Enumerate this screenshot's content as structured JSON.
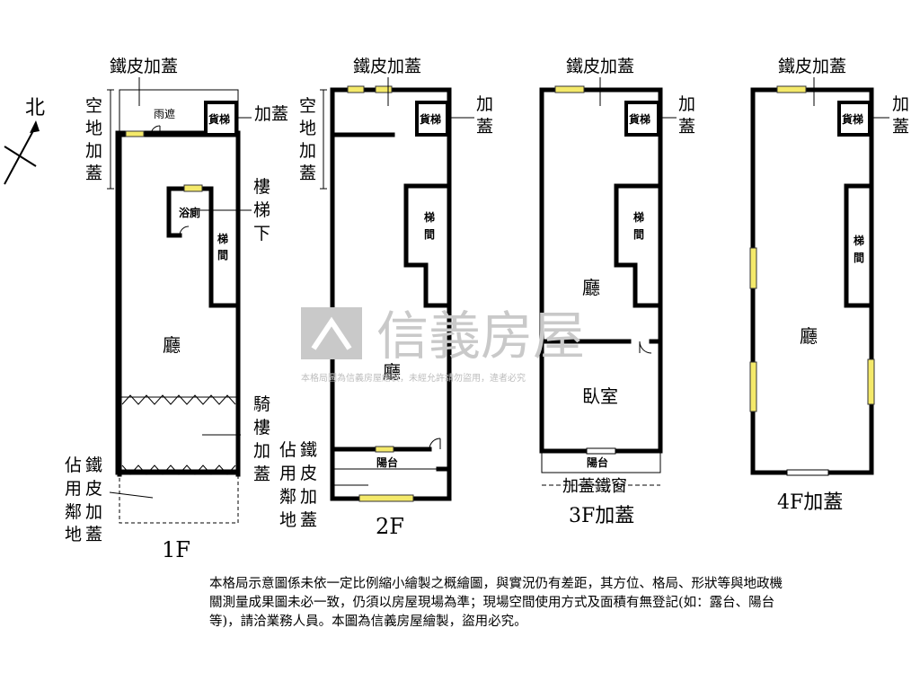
{
  "north": "北",
  "floors": {
    "f1": {
      "title": "1F",
      "roof": "鐵皮加蓋",
      "canopy": "雨遮",
      "lift": "貨梯",
      "addon": "加蓋",
      "yard": [
        "空",
        "地",
        "加",
        "蓋"
      ],
      "under_stairs": [
        "樓",
        "梯",
        "下"
      ],
      "bath": "浴廁",
      "stair": [
        "梯",
        "間"
      ],
      "hall": "廳",
      "arcade": [
        "騎",
        "樓",
        "加",
        "蓋"
      ],
      "occupy": [
        "佔",
        "用",
        "鄰",
        "地"
      ],
      "occupy2": [
        "鐵",
        "皮",
        "加",
        "蓋"
      ]
    },
    "f2": {
      "title": "2F",
      "roof": "鐵皮加蓋",
      "lift": "貨梯",
      "addon": [
        "加",
        "蓋"
      ],
      "yard": [
        "空",
        "地",
        "加",
        "蓋"
      ],
      "stair": [
        "梯",
        "間"
      ],
      "hall": "廳",
      "balcony": "陽台",
      "occupy": [
        "佔",
        "用",
        "鄰",
        "地"
      ],
      "occupy2": [
        "鐵",
        "皮",
        "加",
        "蓋"
      ]
    },
    "f3": {
      "title": "3F加蓋",
      "roof": "鐵皮加蓋",
      "lift": "貨梯",
      "addon": [
        "加",
        "蓋"
      ],
      "stair": [
        "梯",
        "間"
      ],
      "hall": "廳",
      "bedroom": "臥室",
      "balcony": "陽台",
      "window": "加蓋鐵窗"
    },
    "f4": {
      "title": "4F加蓋",
      "roof": "鐵皮加蓋",
      "lift": "貨梯",
      "addon": [
        "加",
        "蓋"
      ],
      "stair": [
        "梯",
        "間"
      ],
      "hall": "廳"
    }
  },
  "watermark": {
    "brand": "信義房屋",
    "notice": "本格局圖為信義房屋繪製，未經允許請勿盜用，違者必究"
  },
  "footnote": "本格局示意圖係未依一定比例縮小繪製之概繪圖，與實況仍有差距，其方位、格局、形狀等與地政機關測量成果圖未必一致，仍須以房屋現場為準；現場空間使用方式及面積有無登記(如：露台、陽台等)，請洽業務人員。本圖為信義房屋繪製，盜用必究。",
  "colors": {
    "wall": "#000000",
    "window": "#f4e96a",
    "watermark": "#c9c9c9"
  }
}
